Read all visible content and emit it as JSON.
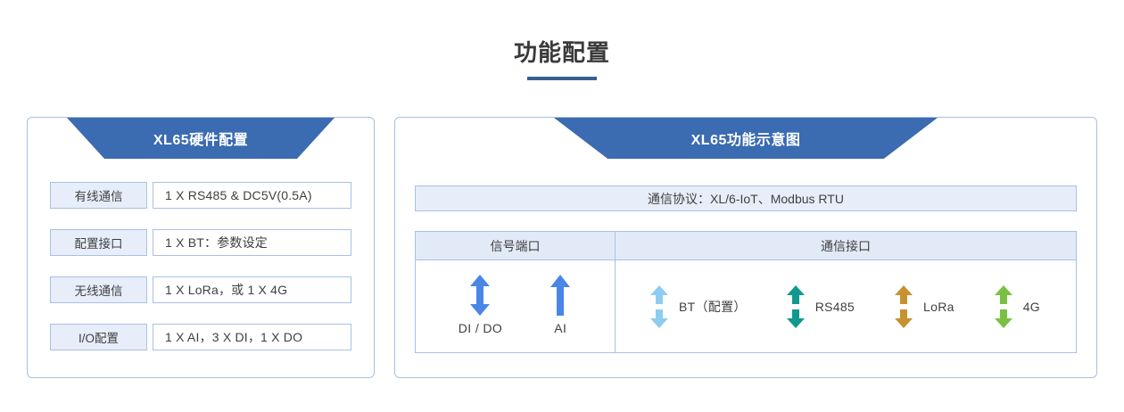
{
  "page": {
    "title": "功能配置"
  },
  "left_panel": {
    "banner_title": "XL65硬件配置",
    "rows": [
      {
        "label": "有线通信",
        "value": "1 X RS485 & DC5V(0.5A)"
      },
      {
        "label": "配置接口",
        "value": "1 X BT：参数设定"
      },
      {
        "label": "无线通信",
        "value": "1 X LoRa，或 1 X 4G"
      },
      {
        "label": "I/O配置",
        "value": "1 X AI，3 X DI，1 X DO"
      }
    ]
  },
  "right_panel": {
    "banner_title": "XL65功能示意图",
    "protocol": "通信协议：XL/6-IoT、Modbus RTU",
    "table": {
      "headers": [
        "信号端口",
        "通信接口"
      ],
      "signal_ports": [
        {
          "label": "DI / DO",
          "arrow": "double-arrow-icon",
          "color": "#4a86e8"
        },
        {
          "label": "AI",
          "arrow": "up-arrow-icon",
          "color": "#4a86e8"
        }
      ],
      "comm_ports": [
        {
          "label": "BT（配置）",
          "arrow": "split-double-arrow-icon",
          "color": "#8ecdf0"
        },
        {
          "label": "RS485",
          "arrow": "split-double-arrow-icon",
          "color": "#11998e"
        },
        {
          "label": "LoRa",
          "arrow": "split-double-arrow-icon",
          "color": "#c8912f"
        },
        {
          "label": "4G",
          "arrow": "split-double-arrow-icon",
          "color": "#7ac143"
        }
      ]
    }
  },
  "colors": {
    "banner_blue": "#3b6bb0",
    "panel_border": "#aabfe0",
    "chip_fill": "#e7eefa",
    "title_underline": "#35618f"
  }
}
